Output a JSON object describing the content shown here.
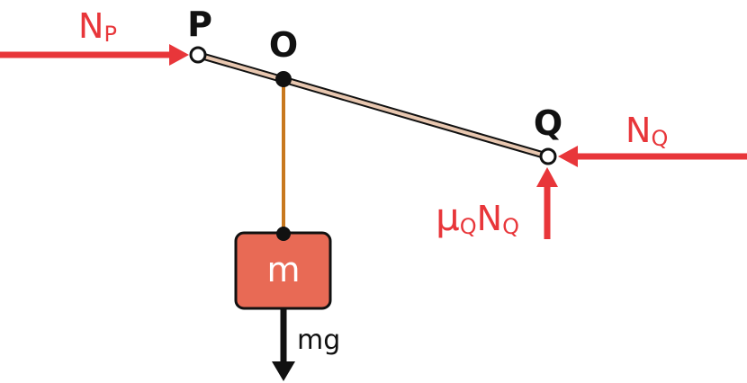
{
  "labels": {
    "point_p": "P",
    "point_o": "O",
    "point_q": "Q",
    "mass": "m",
    "weight": "mg",
    "force_np": {
      "base": "N",
      "sub": "P"
    },
    "force_nq": {
      "base": "N",
      "sub": "Q"
    },
    "friction": {
      "mu": "μ",
      "mu_sub": "Q",
      "n": "N",
      "n_sub": "Q"
    }
  },
  "colors": {
    "force_arrow": "#e8363a",
    "rod_fill": "#e8c7b0",
    "rod_outline": "#111111",
    "string": "#c8781e",
    "block_fill": "#e86a55",
    "block_outline": "#111111",
    "weight_arrow": "#111111"
  }
}
